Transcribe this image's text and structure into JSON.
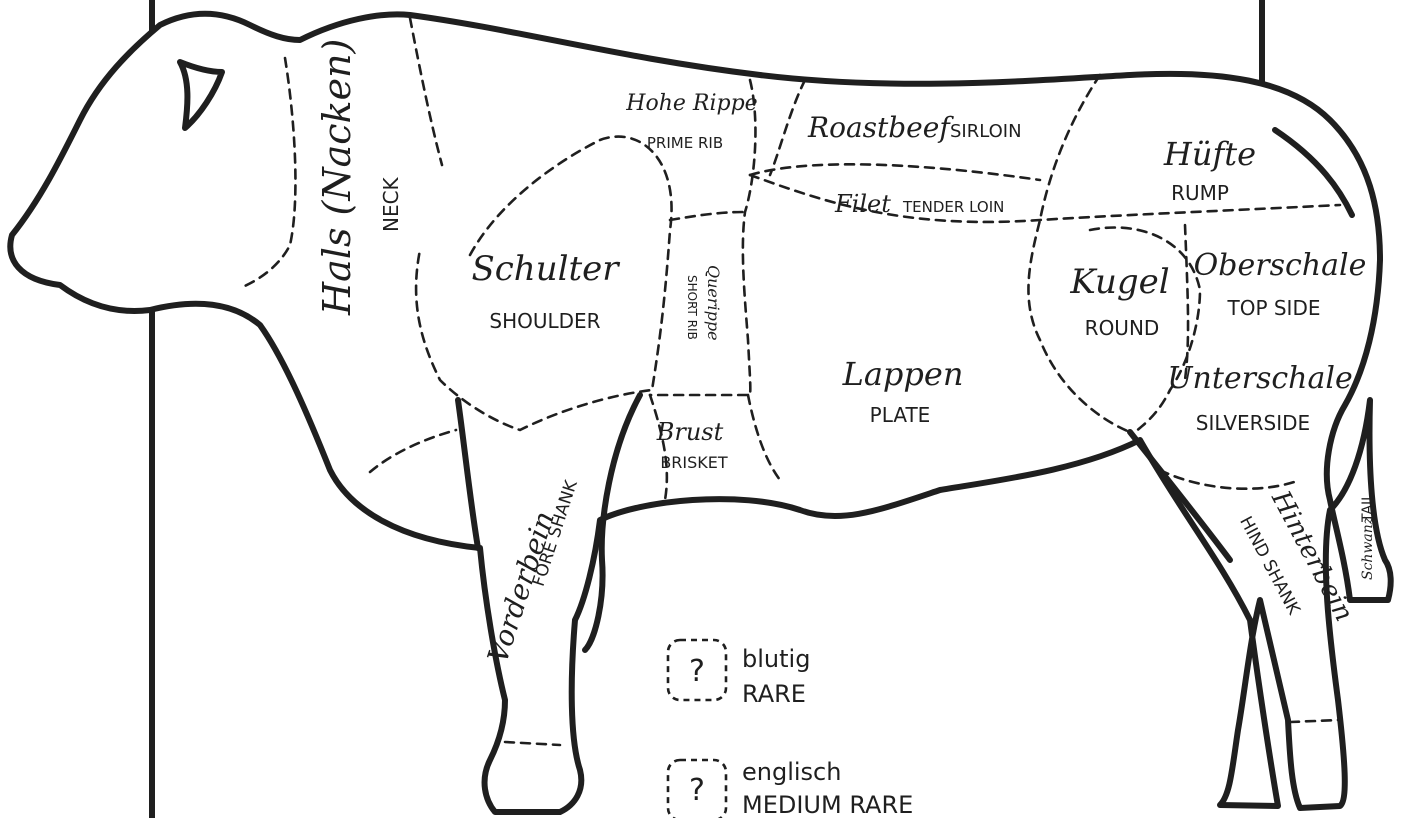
{
  "cuts": {
    "neck": {
      "de": "Hals (Nacken)",
      "en": "NECK"
    },
    "prime_rib": {
      "de": "Hohe Rippe",
      "en": "PRIME RIB"
    },
    "sirloin": {
      "de": "Roastbeef",
      "en": "SIRLOIN"
    },
    "tenderloin": {
      "de": "Filet",
      "en": "TENDER LOIN"
    },
    "rump": {
      "de": "Hüfte",
      "en": "RUMP"
    },
    "shoulder": {
      "de": "Schulter",
      "en": "SHOULDER"
    },
    "short_rib": {
      "de": "Querippe",
      "en": "SHORT RIB"
    },
    "round": {
      "de": "Kugel",
      "en": "ROUND"
    },
    "top_side": {
      "de": "Oberschale",
      "en": "TOP SIDE"
    },
    "plate": {
      "de": "Lappen",
      "en": "PLATE"
    },
    "silverside": {
      "de": "Unterschale",
      "en": "SILVERSIDE"
    },
    "brisket": {
      "de": "Brust",
      "en": "BRISKET"
    },
    "fore_shank": {
      "de": "Vorderbein",
      "en": "FORE SHANK"
    },
    "hind_shank": {
      "de": "Hinterbein",
      "en": "HIND SHANK"
    },
    "tail": {
      "de": "Schwanz",
      "en": "TAIL"
    }
  },
  "legend": [
    {
      "symbol": "?",
      "de": "blutig",
      "en": "RARE"
    },
    {
      "symbol": "?",
      "de": "englisch",
      "en": "MEDIUM RARE"
    }
  ]
}
